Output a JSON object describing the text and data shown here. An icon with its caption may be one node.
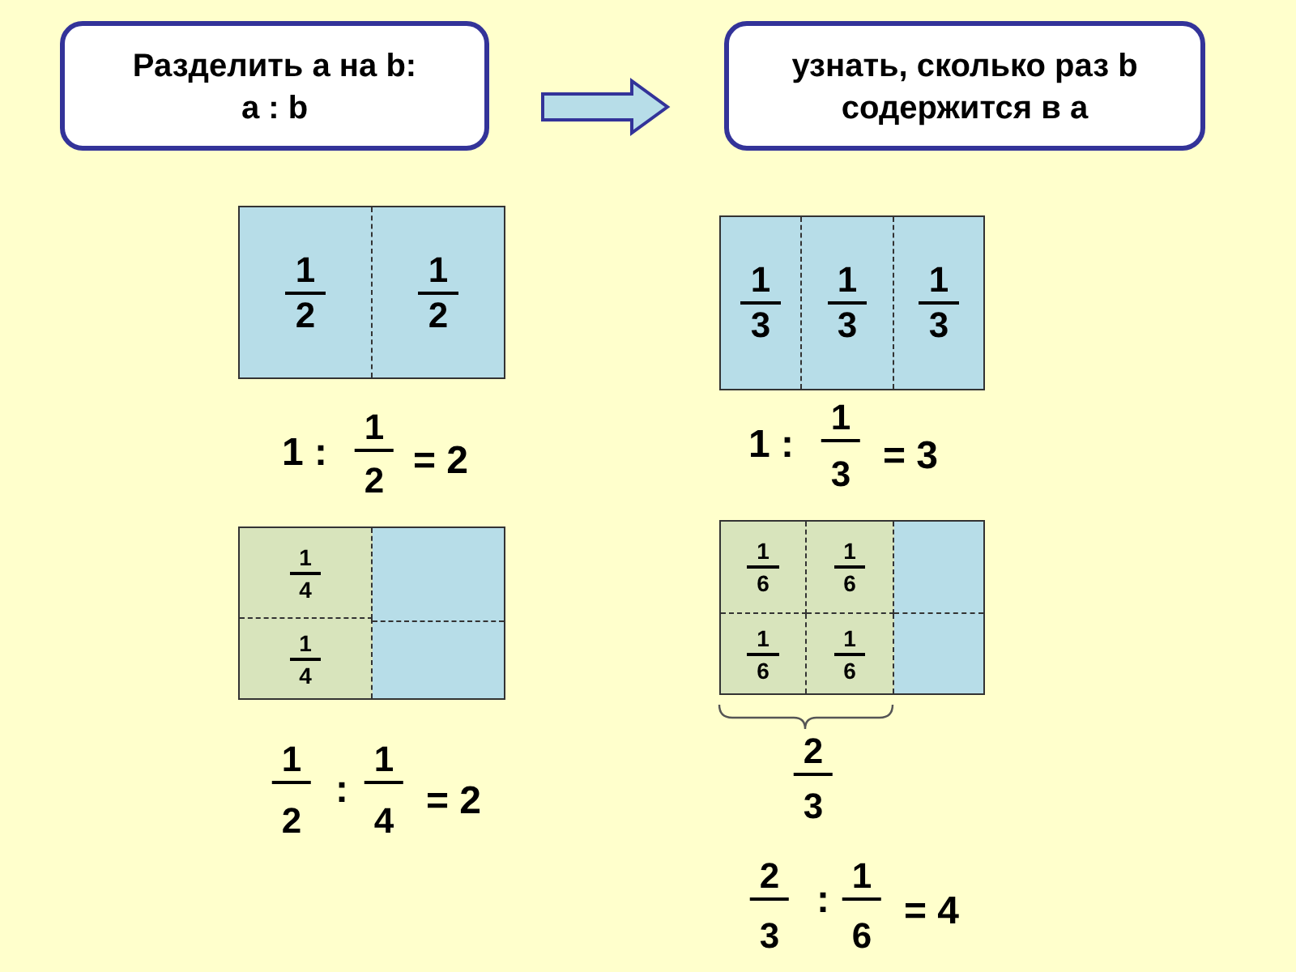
{
  "diagram": {
    "nodes": [
      {
        "text": [
          "Разделить a на b:",
          "a : b"
        ]
      },
      {
        "text": [
          "узнать, сколько раз b содержится в a"
        ]
      },
      {
        "text": [],
        "shape": "box"
      },
      {
        "text": [
          "1",
          "2"
        ],
        "in": 2
      },
      {
        "text": [
          "1",
          "2"
        ],
        "in": 2
      },
      {
        "text": [],
        "shape": "box"
      },
      {
        "text": [
          "1",
          "3"
        ],
        "in": 5
      },
      {
        "text": [
          "1",
          "3"
        ],
        "in": 5
      },
      {
        "text": [
          "1",
          "3"
        ],
        "in": 5
      },
      {
        "text": [],
        "shape": "box"
      },
      {
        "text": [
          "1",
          "4"
        ],
        "in": 9
      },
      {
        "text": [],
        "shape": "box",
        "in": 9
      },
      {
        "text": [
          "1",
          "4"
        ],
        "in": 9
      },
      {
        "text": [],
        "shape": "box",
        "in": 9
      },
      {
        "text": [],
        "shape": "box"
      },
      {
        "text": [
          "1",
          "6"
        ],
        "in": 14
      },
      {
        "text": [
          "1",
          "6"
        ],
        "in": 14
      },
      {
        "text": [],
        "shape": "box",
        "in": 14
      },
      {
        "text": [
          "1",
          "6"
        ],
        "in": 14
      },
      {
        "text": [
          "1",
          "6"
        ],
        "in": 14
      },
      {
        "text": [],
        "shape": "box",
        "in": 14
      }
    ],
    "edges": [
      {
        "from": 0,
        "to": 1,
        "arrow": "to"
      }
    ],
    "labels": [
      "1 :",
      "1",
      "2",
      "= 2",
      "1 :",
      "1",
      "3",
      "= 3",
      "2",
      "3",
      "1",
      "2",
      ":",
      "1",
      "4",
      "= 2",
      "2",
      "3",
      ":",
      "1",
      "6",
      "= 4"
    ]
  }
}
